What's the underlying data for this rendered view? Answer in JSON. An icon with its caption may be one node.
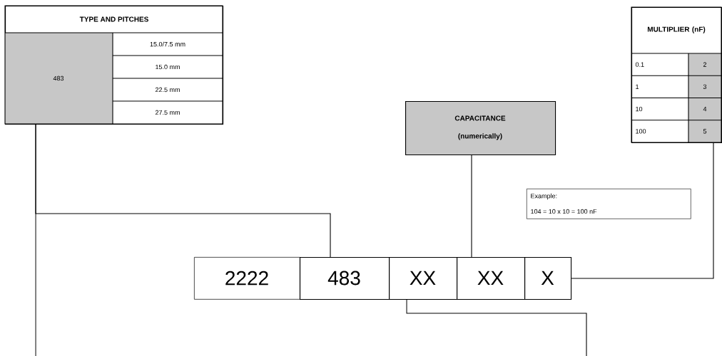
{
  "diagram": {
    "nodes": [
      {
        "text": [
          "TYPE AND PITCHES",
          "483",
          "15.0/7.5 mm",
          "15.0 mm",
          "22.5 mm",
          "27.5 mm"
        ]
      },
      {
        "text": [
          "CAPACITANCE (numerically)"
        ]
      },
      {
        "text": [
          "MULTIPLIER (nF)",
          "0.1",
          "2",
          "1",
          "3",
          "10",
          "4",
          "100",
          "5"
        ]
      },
      {
        "text": [
          "Example:",
          "104 = 10 x 10 = 100 nF"
        ]
      },
      {
        "text": [
          "2222"
        ]
      },
      {
        "text": [
          "483"
        ]
      },
      {
        "text": [
          "XX"
        ]
      },
      {
        "text": [
          "XX"
        ]
      },
      {
        "text": [
          "X"
        ]
      }
    ],
    "edges": [
      {
        "from": 0,
        "to": 5,
        "arrow": "none"
      },
      {
        "from": 0,
        "to": null,
        "arrow": "none"
      },
      {
        "from": 1,
        "to": 7,
        "arrow": "none"
      },
      {
        "from": 2,
        "to": 8,
        "arrow": "none"
      },
      {
        "from": 6,
        "to": null,
        "arrow": "none"
      }
    ]
  }
}
